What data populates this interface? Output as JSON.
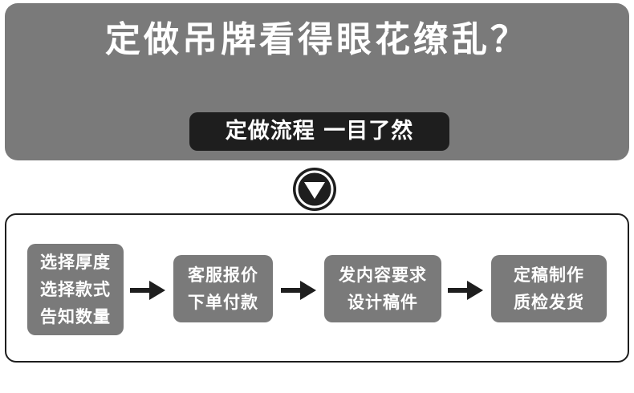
{
  "banner": {
    "headline": "定做吊牌看得眼花缭乱？",
    "subhead": "定做流程 一目了然"
  },
  "icons": {
    "transition": "triangle-down-icon",
    "step_arrow": "arrow-right-icon"
  },
  "colors": {
    "banner_gray": "#7a7a7a",
    "dark": "#1e1e1e",
    "text_white": "#ffffff"
  },
  "steps": [
    {
      "lines": [
        "选择厚度",
        "选择款式",
        "告知数量"
      ]
    },
    {
      "lines": [
        "客服报价",
        "下单付款"
      ]
    },
    {
      "lines": [
        "发内容要求",
        "设计稿件"
      ]
    },
    {
      "lines": [
        "定稿制作",
        "质检发货"
      ]
    }
  ]
}
